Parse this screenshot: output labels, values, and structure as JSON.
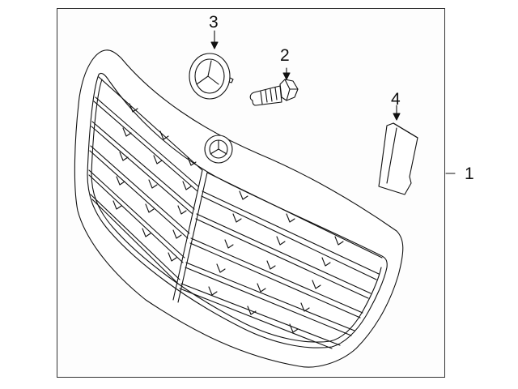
{
  "diagram": {
    "type": "exploded parts diagram",
    "subject": "front radiator grille assembly",
    "colors": {
      "line": "#111111",
      "background": "#ffffff",
      "frame": "#333333"
    },
    "callouts": [
      {
        "id": "1",
        "label": "1",
        "part": "grille assembly"
      },
      {
        "id": "2",
        "label": "2",
        "part": "bolt"
      },
      {
        "id": "3",
        "label": "3",
        "part": "emblem"
      },
      {
        "id": "4",
        "label": "4",
        "part": "side trim bracket"
      }
    ]
  }
}
